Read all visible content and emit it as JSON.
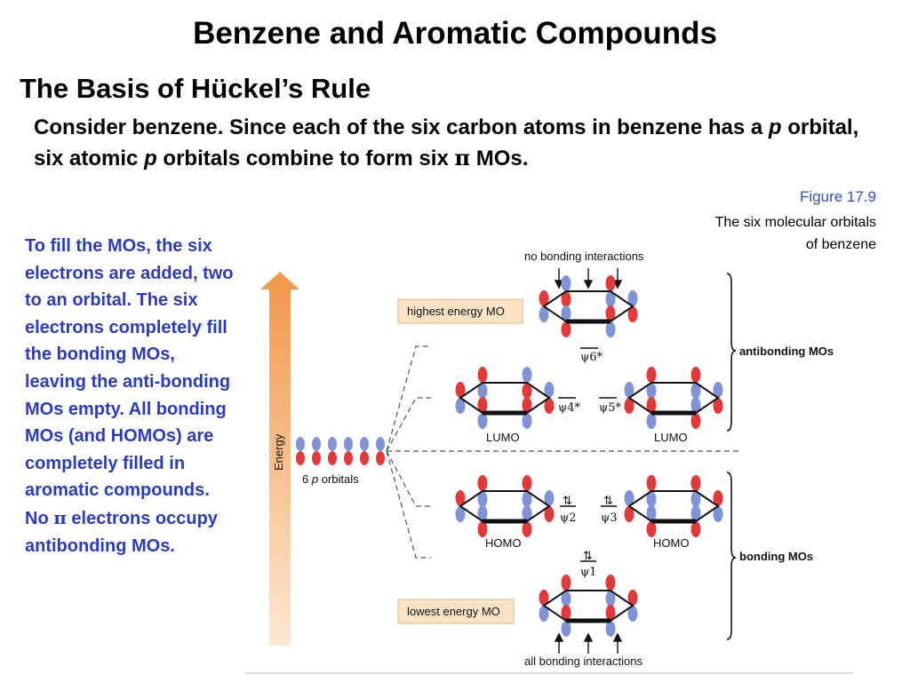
{
  "slide": {
    "title": "Benzene and Aromatic Compounds",
    "subtitle": "The Basis of Hückel’s Rule",
    "intro_part1": "Consider benzene. Since each of the six carbon atoms in benzene has a ",
    "intro_p1": "p",
    "intro_part2": " orbital, six atomic ",
    "intro_p2": "p",
    "intro_part3": " orbitals combine to form six ",
    "intro_pi": "π",
    "intro_part4": " MOs."
  },
  "figure": {
    "label": "Figure 17.9",
    "caption_line1": "The six molecular orbitals",
    "caption_line2": "of benzene"
  },
  "sidebar": {
    "text_part1": "To fill the MOs, the six electrons are added, two to an orbital. The six electrons completely fill the bonding MOs, leaving the anti-bonding MOs empty. All bonding MOs (and HOMOs) are completely filled in aromatic compounds. No ",
    "text_pi": "π",
    "text_part2": " electrons occupy antibonding MOs."
  },
  "diagram": {
    "energy_label": "Energy",
    "p_orbitals_count": "6",
    "p_orbitals_p": "p",
    "p_orbitals_label": "orbitals",
    "top_annotation": "no bonding interactions",
    "bottom_annotation": "all bonding interactions",
    "highest_box": "highest energy MO",
    "lowest_box": "lowest energy MO",
    "antibonding_label": "antibonding MOs",
    "bonding_label": "bonding MOs",
    "lumo": "LUMO",
    "homo": "HOMO",
    "psi6": "ψ6*",
    "psi4": "ψ4*",
    "psi5": "ψ5*",
    "psi2": "ψ2",
    "psi3": "ψ3",
    "psi1": "ψ1",
    "colors": {
      "red_lobe": "#e03a3a",
      "blue_lobe": "#7f93d6",
      "arrow": "#f1a35c",
      "box": "#fbe3c4"
    }
  }
}
